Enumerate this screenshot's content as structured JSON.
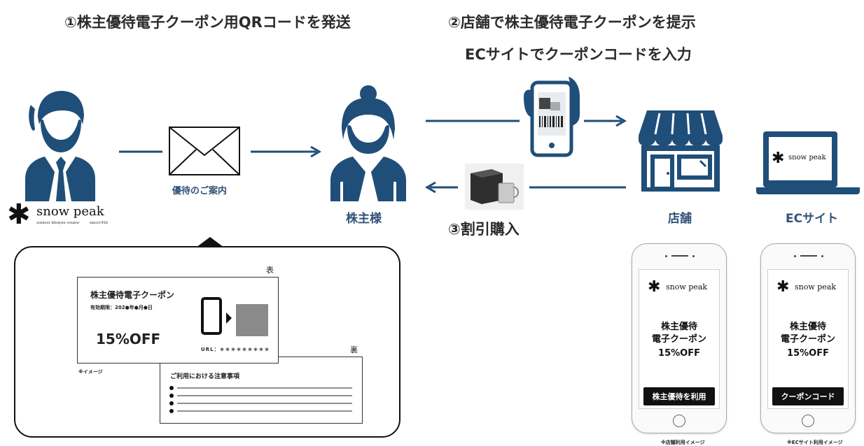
{
  "steps": {
    "step1": "①株主優待電子クーポン用QRコードを発送",
    "step2_line1": "②店舗で株主優待電子クーポンを提示",
    "step2_line2": "ECサイトでクーポンコードを入力",
    "step3": "③割引購入"
  },
  "labels": {
    "mail": "優待のご案内",
    "shareholder": "株主様",
    "store": "店舗",
    "ec": "ECサイト"
  },
  "logo": {
    "brand": "snow peak",
    "tagline": "outdoor lifestyle creator",
    "since": "since1958"
  },
  "coupon_front": {
    "side": "表",
    "title": "株主優待電子クーポン",
    "expiry": "有効期限：202●年●月●日",
    "discount": "15%OFF",
    "url": "URL：＊＊＊＊＊＊＊＊＊"
  },
  "image_note": "※イメージ",
  "coupon_back": {
    "side": "裏",
    "title": "ご利用における注意事項"
  },
  "phone_store": {
    "line1": "株主優待",
    "line2": "電子クーポン",
    "discount": "15%OFF",
    "button": "株主優待を利用",
    "caption": "※店舗利用イメージ"
  },
  "phone_ec": {
    "line1": "株主優待",
    "line2": "電子クーポン",
    "discount": "15%OFF",
    "button": "クーポンコード",
    "caption": "※ECサイト利用イメージ"
  },
  "colors": {
    "navy": "#1f4e79",
    "label": "#33527a"
  }
}
